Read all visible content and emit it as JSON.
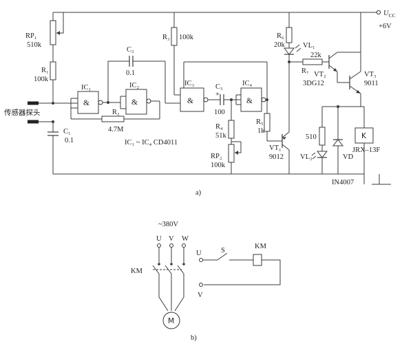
{
  "figure_a": {
    "caption": "a)",
    "ucc": "U",
    "ucc_sub": "CC",
    "supply": "+6V",
    "sensor": "传感器探头",
    "ic_note": "IC₁ ~ IC₄  CD4011",
    "ic1": "IC₁",
    "ic2": "IC₂",
    "ic3": "IC₃",
    "ic4": "IC₄",
    "rp1_name": "RP₁",
    "rp1_val": "510k",
    "r1_name": "R₁",
    "r1_val": "100k",
    "c1_name": "C₁",
    "c1_val": "0.1",
    "c2_name": "C₂",
    "c2_val": "0.1",
    "r2_name": "R₂",
    "r2_val": "4.7M",
    "r3_name": "R₃",
    "r3_val": "100k",
    "c3_name": "C₃",
    "c3_val": "100",
    "r4_name": "R₄",
    "r4_val": "51k",
    "rp2_name": "RP₂",
    "rp2_val": "100k",
    "r5_name": "R₅",
    "r5_val": "1k",
    "r6_name": "R₆",
    "r6_val": "20k",
    "vl1": "VL₁",
    "r7_name": "R₇",
    "r7_val": "22k",
    "vt1_name": "VT₁",
    "vt1_val": "9012",
    "vt2_name": "VT₂",
    "vt2_val": "3DG12",
    "vt3_name": "VT₃",
    "vt3_val": "9011",
    "r510": "510",
    "vl2": "VL₂",
    "vd": "VD",
    "relay_k": "K",
    "relay_model": "JRX–13F",
    "diode_model": "IN4007",
    "nand": "&",
    "plus": "+"
  },
  "figure_b": {
    "caption": "b)",
    "mains": "~380V",
    "u": "U",
    "v": "V",
    "w": "W",
    "km_left": "KM",
    "km_right": "KM",
    "switch": "S",
    "u2": "U",
    "v2": "V",
    "motor": "M"
  }
}
